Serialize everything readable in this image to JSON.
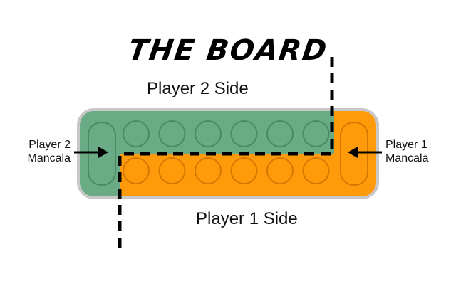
{
  "diagram": {
    "title": "THE BOARD",
    "player2_side_label": "Player 2 Side",
    "player1_side_label": "Player 1 Side",
    "player2_mancala": {
      "line1": "Player 2",
      "line2": "Mancala"
    },
    "player1_mancala": {
      "line1": "Player 1",
      "line2": "Mancala"
    },
    "pits_per_row": 6,
    "colors": {
      "player2": "#6aaa84",
      "player1": "#ff9a0a",
      "outline": "#c8c8c8",
      "divider": "#000000"
    }
  }
}
